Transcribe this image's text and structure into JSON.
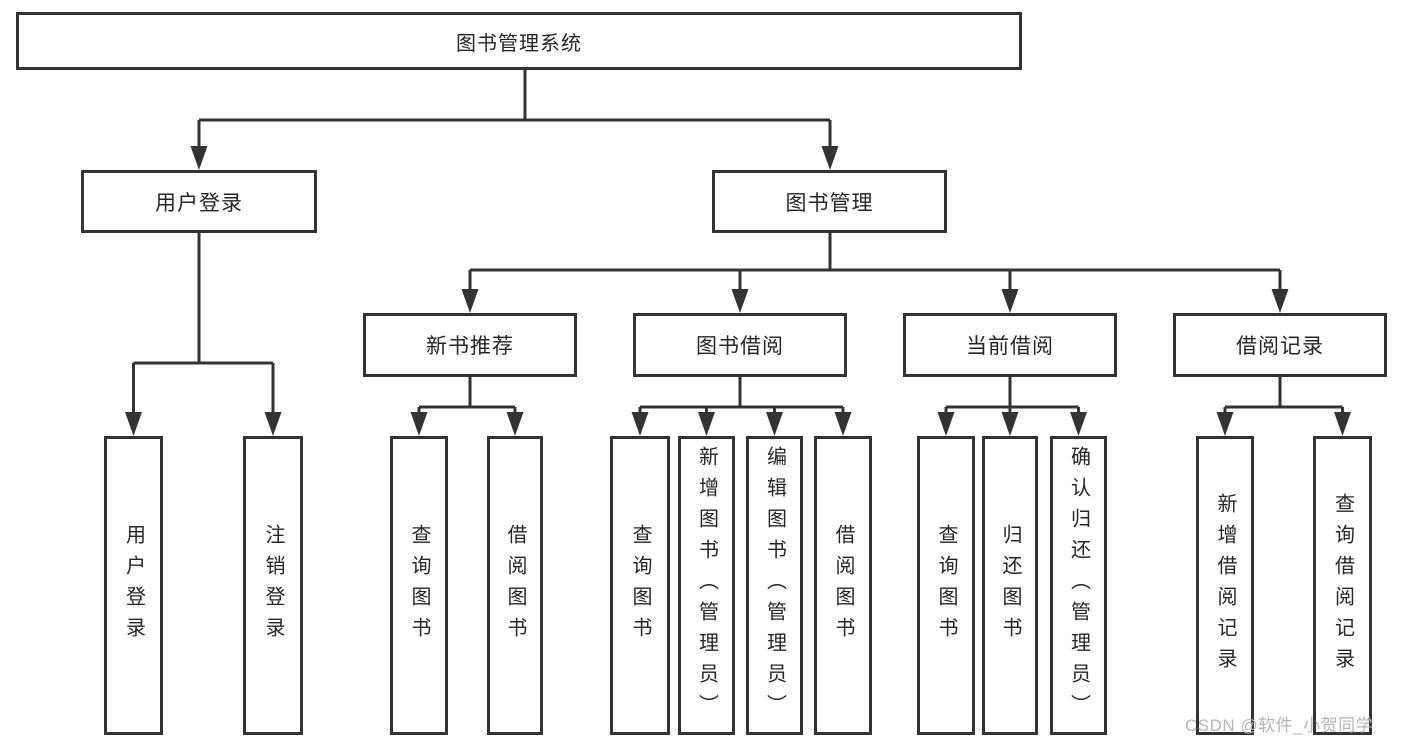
{
  "root": "图书管理系统",
  "level2": [
    "用户登录",
    "图书管理"
  ],
  "level3": [
    "新书推荐",
    "图书借阅",
    "当前借阅",
    "借阅记录"
  ],
  "leaves": {
    "login": [
      "用户登录",
      "注销登录"
    ],
    "recommend": [
      "查询图书",
      "借阅图书"
    ],
    "borrow": [
      "查询图书",
      "新增图书（管理员）",
      "编辑图书（管理员）",
      "借阅图书"
    ],
    "current": [
      "查询图书",
      "归还图书",
      "确认归还（管理员）"
    ],
    "records": [
      "新增借阅记录",
      "查询借阅记录"
    ]
  },
  "watermark": "CSDN @软件_小贺同学",
  "colors": {
    "line": "#333333",
    "box_border": "#333333",
    "box_bg": "#ffffff",
    "text": "#262626",
    "watermark": "#b5b5b5",
    "page_bg": "#ffffff"
  }
}
